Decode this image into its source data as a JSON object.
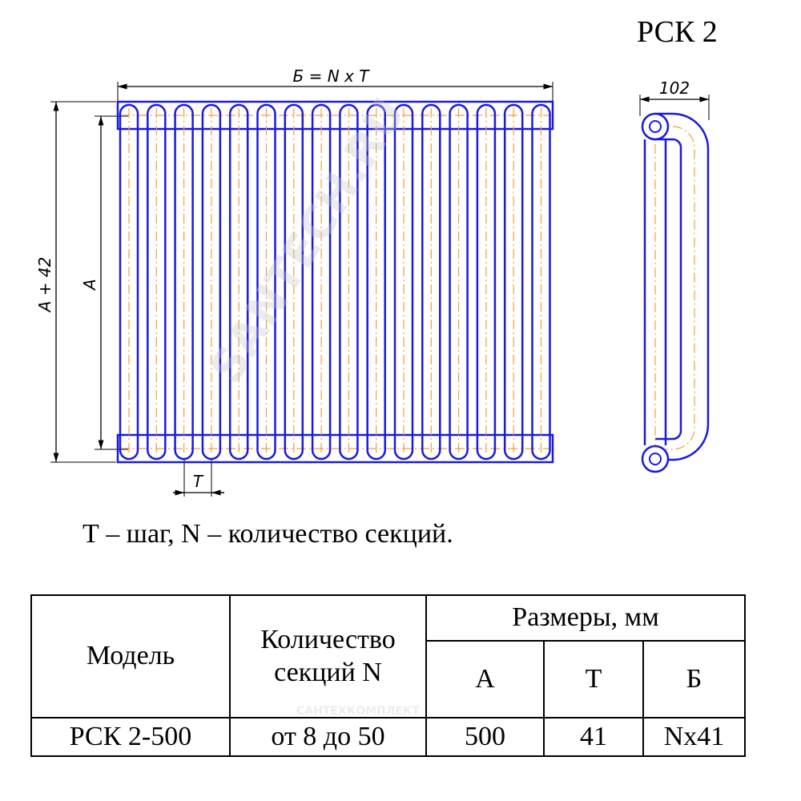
{
  "drawing": {
    "model_title": "РСК 2",
    "dim_width_label": "Б = N x T",
    "dim_total_height_label": "A + 42",
    "dim_height_label": "A",
    "dim_step_label": "T",
    "dim_depth_label": "102",
    "legend": "Т – шаг, N – количество секций.",
    "tube_count": 16,
    "colors": {
      "outline": "#1a1ae0",
      "axis": "#f0a040",
      "dimension": "#000000"
    }
  },
  "table": {
    "header_model": "Модель",
    "header_sections": "Количество секций N",
    "header_sizes": "Размеры, мм",
    "header_a": "А",
    "header_t": "Т",
    "header_b": "Б",
    "row": {
      "model": "РСК 2-500",
      "sections": "от 8 до 50",
      "a": "500",
      "t": "41",
      "b": "Nx41"
    }
  },
  "watermarks": {
    "diagonal": "SANTECH.RU",
    "small": "САНТЕХКОМПЛЕКТ"
  }
}
